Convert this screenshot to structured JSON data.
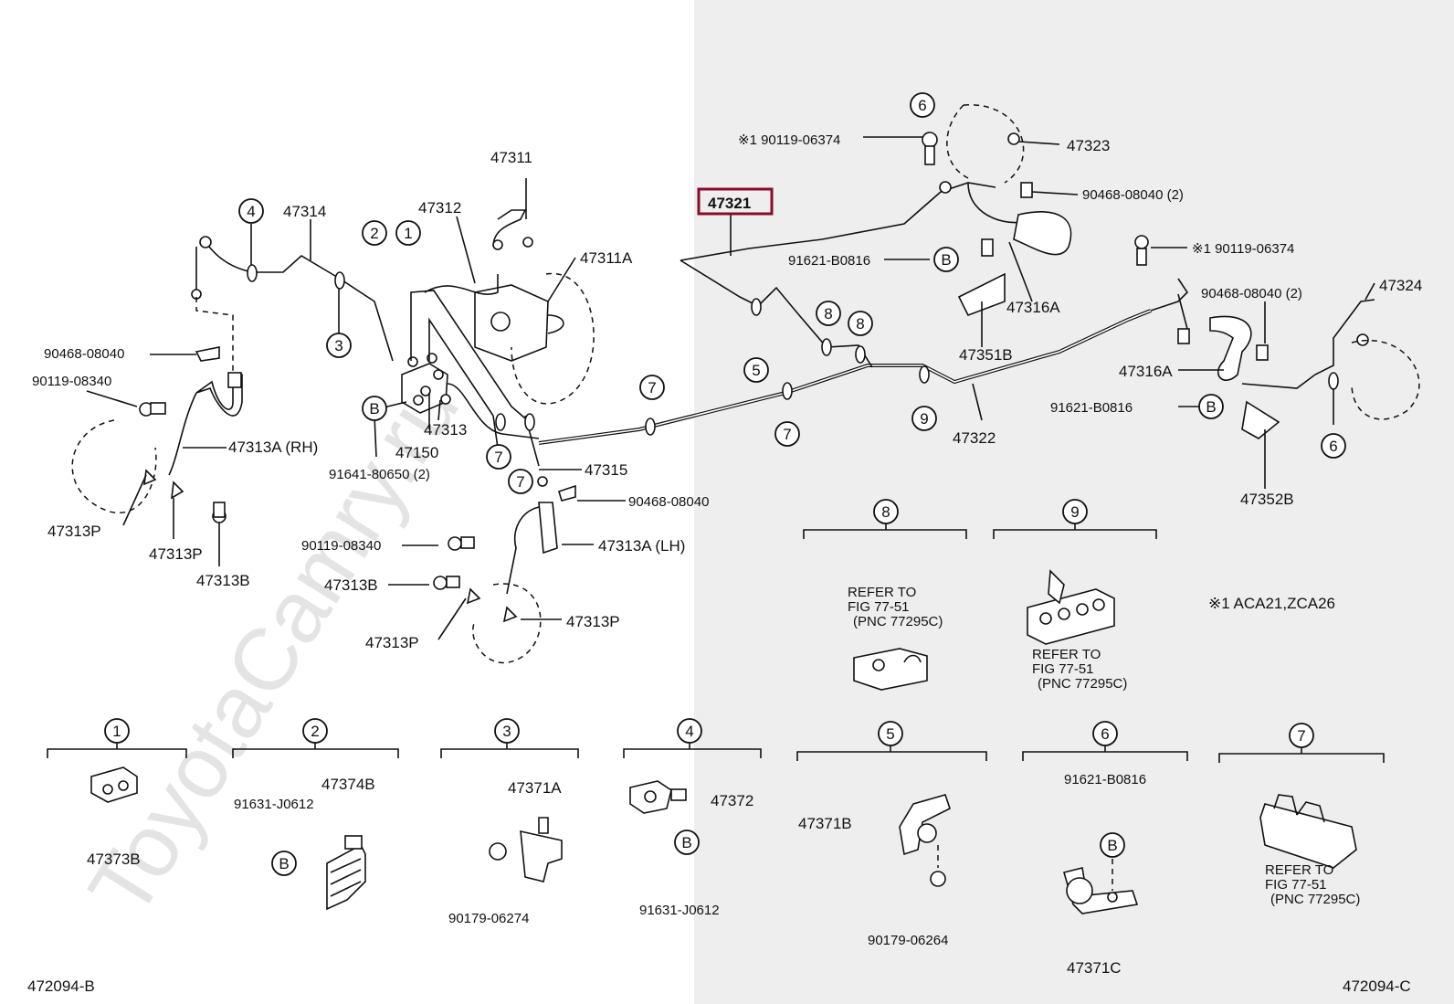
{
  "watermark": "ToyotaCamry.ru",
  "fig_code_left": "472094-B",
  "fig_code_right": "472094-C",
  "note": "※1 ACA21,ZCA26",
  "highlighted_part": "47321",
  "refer_text": {
    "line1": "REFER TO",
    "line2": "FIG 77-51",
    "line3": "(PNC 77295C)"
  },
  "callouts": {
    "c1": "1",
    "c2": "2",
    "c3": "3",
    "c4": "4",
    "c5": "5",
    "c6": "6",
    "c7": "7",
    "c8": "8",
    "c9": "9",
    "b": "B"
  },
  "labels": {
    "p47311": "47311",
    "p47312": "47312",
    "p47311A": "47311A",
    "p47314": "47314",
    "p47313": "47313",
    "p47150": "47150",
    "p47315": "47315",
    "p91641": "91641-80650 (2)",
    "p90468_a": "90468-08040",
    "p90119_a": "90119-08340",
    "p47313A_rh": "47313A (RH)",
    "p47313P_a": "47313P",
    "p47313P_b": "47313P",
    "p47313B_a": "47313B",
    "p90468_b": "90468-08040",
    "p90119_b": "90119-08340",
    "p47313A_lh": "47313A (LH)",
    "p47313B_b": "47313B",
    "p47313P_c": "47313P",
    "p47313P_d": "47313P",
    "p90119_06374_a": "※1 90119-06374",
    "p47323": "47323",
    "p90468_c": "90468-08040 (2)",
    "p91621_a": "91621-B0816",
    "p47316A_a": "47316A",
    "p47351B": "47351B",
    "p47322": "47322",
    "p90119_06374_b": "※1 90119-06374",
    "p90468_d": "90468-08040 (2)",
    "p47324": "47324",
    "p47316A_b": "47316A",
    "p91621_b": "91621-B0816",
    "p47352B": "47352B",
    "p47373B": "47373B",
    "p47374B": "47374B",
    "p91631_a": "91631-J0612",
    "p47371A": "47371A",
    "p90179_a": "90179-06274",
    "p47372": "47372",
    "p91631_b": "91631-J0612",
    "p47371B": "47371B",
    "p90179_b": "90179-06264",
    "p91621_c": "91621-B0816",
    "p47371C": "47371C"
  }
}
